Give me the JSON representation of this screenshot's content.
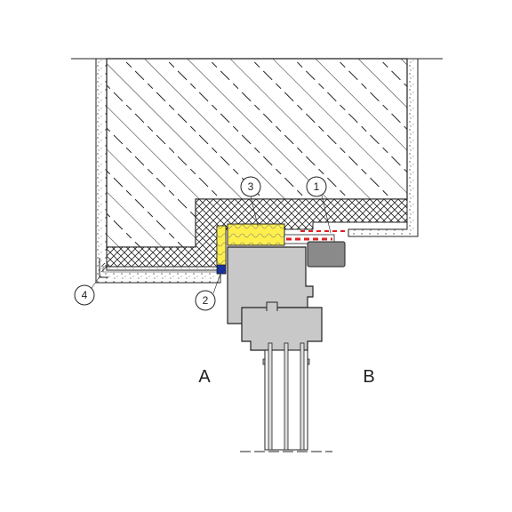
{
  "callouts": [
    {
      "id": "c1",
      "label": "1"
    },
    {
      "id": "c2",
      "label": "2"
    },
    {
      "id": "c3",
      "label": "3"
    },
    {
      "id": "c4",
      "label": "4"
    }
  ],
  "sides": {
    "inside": "A",
    "outside": "B"
  },
  "materials": {
    "concrete": {
      "icon": "diagonal-hatch",
      "color": "#222222"
    },
    "render": {
      "icon": "stipple",
      "color": "#555555"
    },
    "insulation_board": {
      "icon": "cross-hatch",
      "color": "#222222"
    },
    "foam_seal": {
      "icon": "yellow-foam",
      "color": "#ffef4d"
    },
    "sealing_tape_inner": {
      "icon": "blue-tape",
      "color": "#1f3fbf"
    },
    "sealing_tape_outer": {
      "icon": "red-dashed-tape",
      "color": "#e02020"
    },
    "window_frame": {
      "icon": "grey-profile",
      "color": "#c8c8c8"
    },
    "glazing": {
      "icon": "glass-lines",
      "color": "#dcdcdc"
    }
  }
}
